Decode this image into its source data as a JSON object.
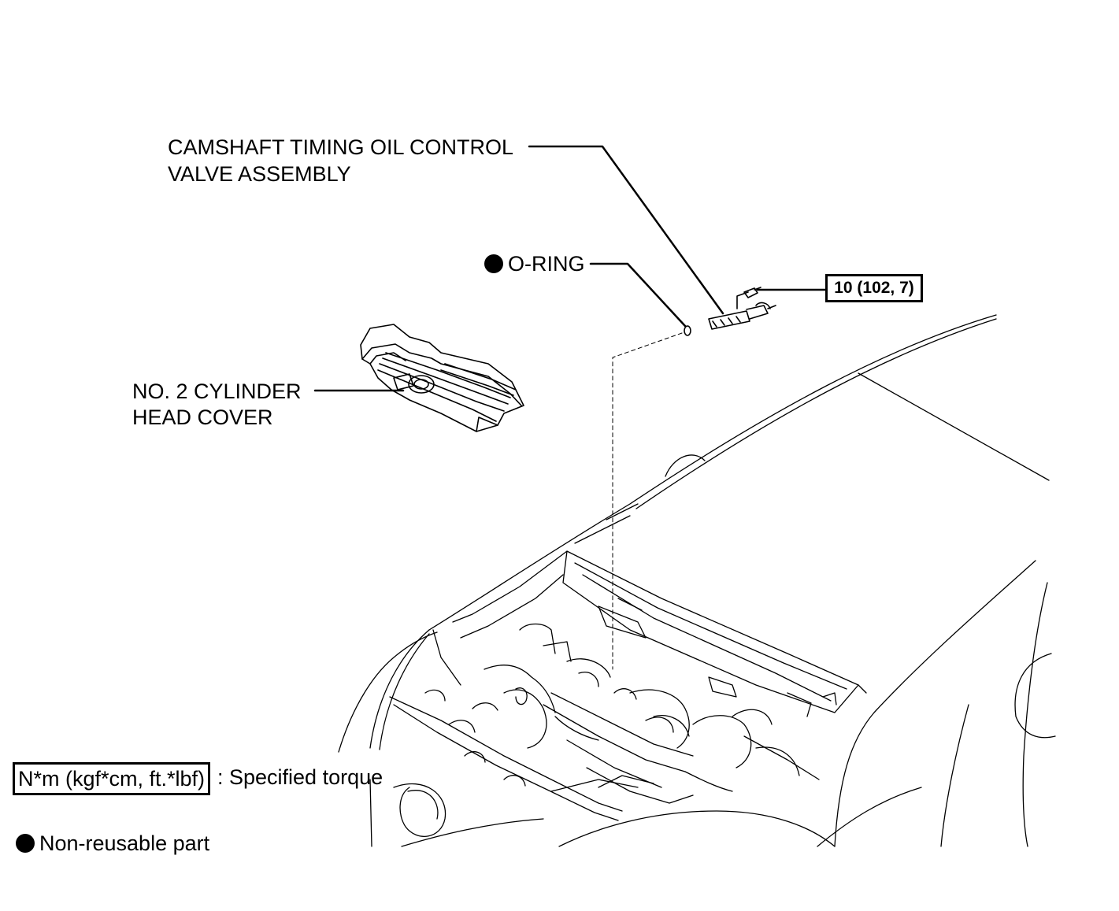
{
  "labels": {
    "valve_line1": "CAMSHAFT TIMING OIL CONTROL",
    "valve_line2": "VALVE ASSEMBLY",
    "oring": "O-RING",
    "cover_line1": "NO. 2 CYLINDER",
    "cover_line2": "HEAD COVER",
    "torque_value": "10 (102, 7)"
  },
  "legend": {
    "torque_unit": "N*m (kgf*cm, ft.*lbf)",
    "torque_desc": ": Specified torque",
    "non_reusable": "Non-reusable part"
  },
  "icons": {
    "non_reusable_marker": "filled-circle-icon"
  },
  "colors": {
    "line": "#000000",
    "background": "#ffffff"
  }
}
